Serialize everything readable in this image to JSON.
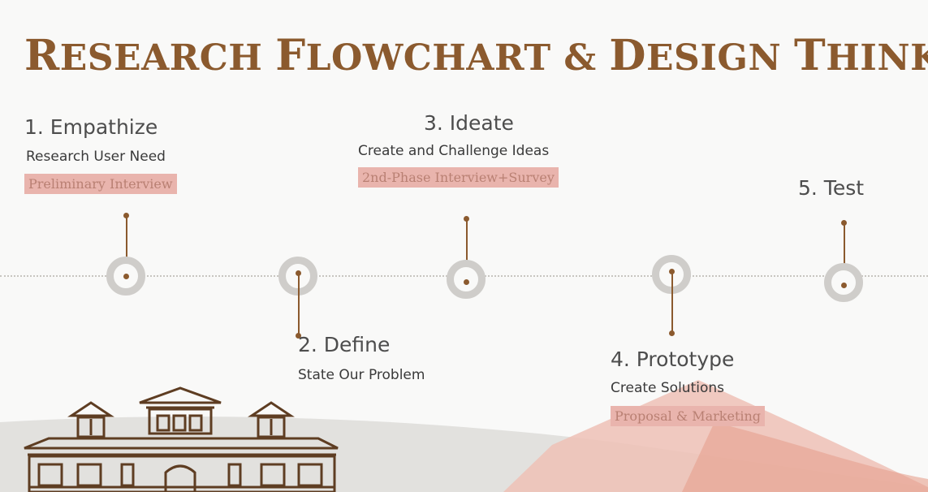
{
  "title": {
    "first": "R",
    "rest1": "ESEARCH ",
    "second": "F",
    "rest2": "LOWCHART & ",
    "third": "D",
    "rest3": "ESIGN ",
    "fourth": "T",
    "rest4": "HINKING"
  },
  "stages": [
    {
      "heading": "1. Empathize",
      "subtitle": "Research User Need",
      "tag": "Preliminary Interview"
    },
    {
      "heading": "2. Define",
      "subtitle": "State Our Problem"
    },
    {
      "heading": "3. Ideate",
      "subtitle": "Create and Challenge Ideas",
      "tag": "2nd-Phase Interview+Survey"
    },
    {
      "heading": "4. Prototype",
      "subtitle": "Create Solutions",
      "tag": "Proposal & Marketing"
    },
    {
      "heading": "5. Test"
    }
  ],
  "colors": {
    "title": "#8b5a2e",
    "tag_bg": "#e9b4ad",
    "node_ring": "#cfcdca"
  }
}
